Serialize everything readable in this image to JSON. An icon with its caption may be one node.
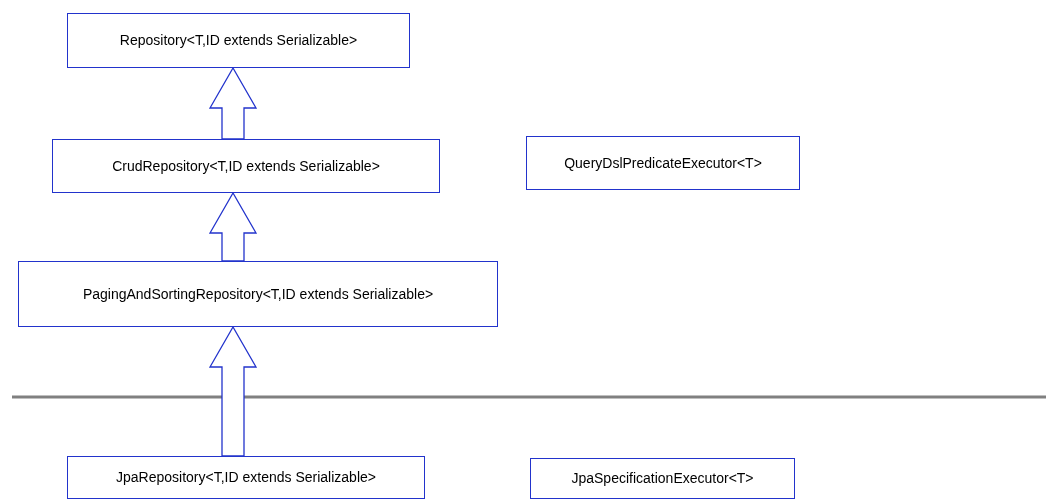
{
  "diagram": {
    "nodes": [
      {
        "text": [
          "Repository<T,ID extends Serializable>"
        ]
      },
      {
        "text": [
          "CrudRepository<T,ID extends Serializable>"
        ]
      },
      {
        "text": [
          "QueryDslPredicateExecutor<T>"
        ]
      },
      {
        "text": [
          "PagingAndSortingRepository<T,ID extends Serializable>"
        ]
      },
      {
        "text": [
          "JpaRepository<T,ID extends Serializable>"
        ]
      },
      {
        "text": [
          "JpaSpecificationExecutor<T>"
        ]
      }
    ],
    "edges": [
      {
        "from": 1,
        "to": 0,
        "arrow": "to",
        "style": "thick"
      },
      {
        "from": 3,
        "to": 1,
        "arrow": "to",
        "style": "thick"
      },
      {
        "from": 4,
        "to": 3,
        "arrow": "to",
        "style": "thick"
      }
    ]
  }
}
